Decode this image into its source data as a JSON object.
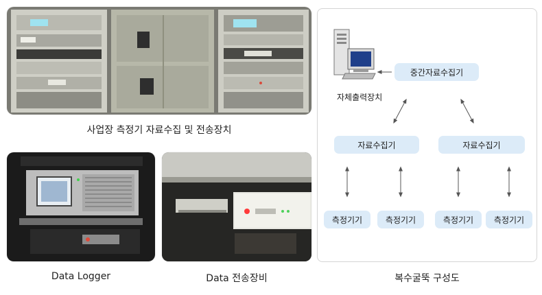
{
  "captions": {
    "equipment": "사업장 측정기 자료수집 및 전송장치",
    "logger": "Data Logger",
    "transmitter": "Data 전송장비",
    "diagram": "복수굴뚝 구성도"
  },
  "diagram": {
    "self_output_label": "자체출력장치",
    "intermediate_collector": "중간자료수집기",
    "collectors": [
      "자료수집기",
      "자료수집기"
    ],
    "meters": [
      "측정기기",
      "측정기기",
      "측정기기",
      "측정기기"
    ]
  },
  "colors": {
    "node_fill": "#dcebf8",
    "panel_border": "#d4d4d4",
    "arrow": "#555555"
  }
}
